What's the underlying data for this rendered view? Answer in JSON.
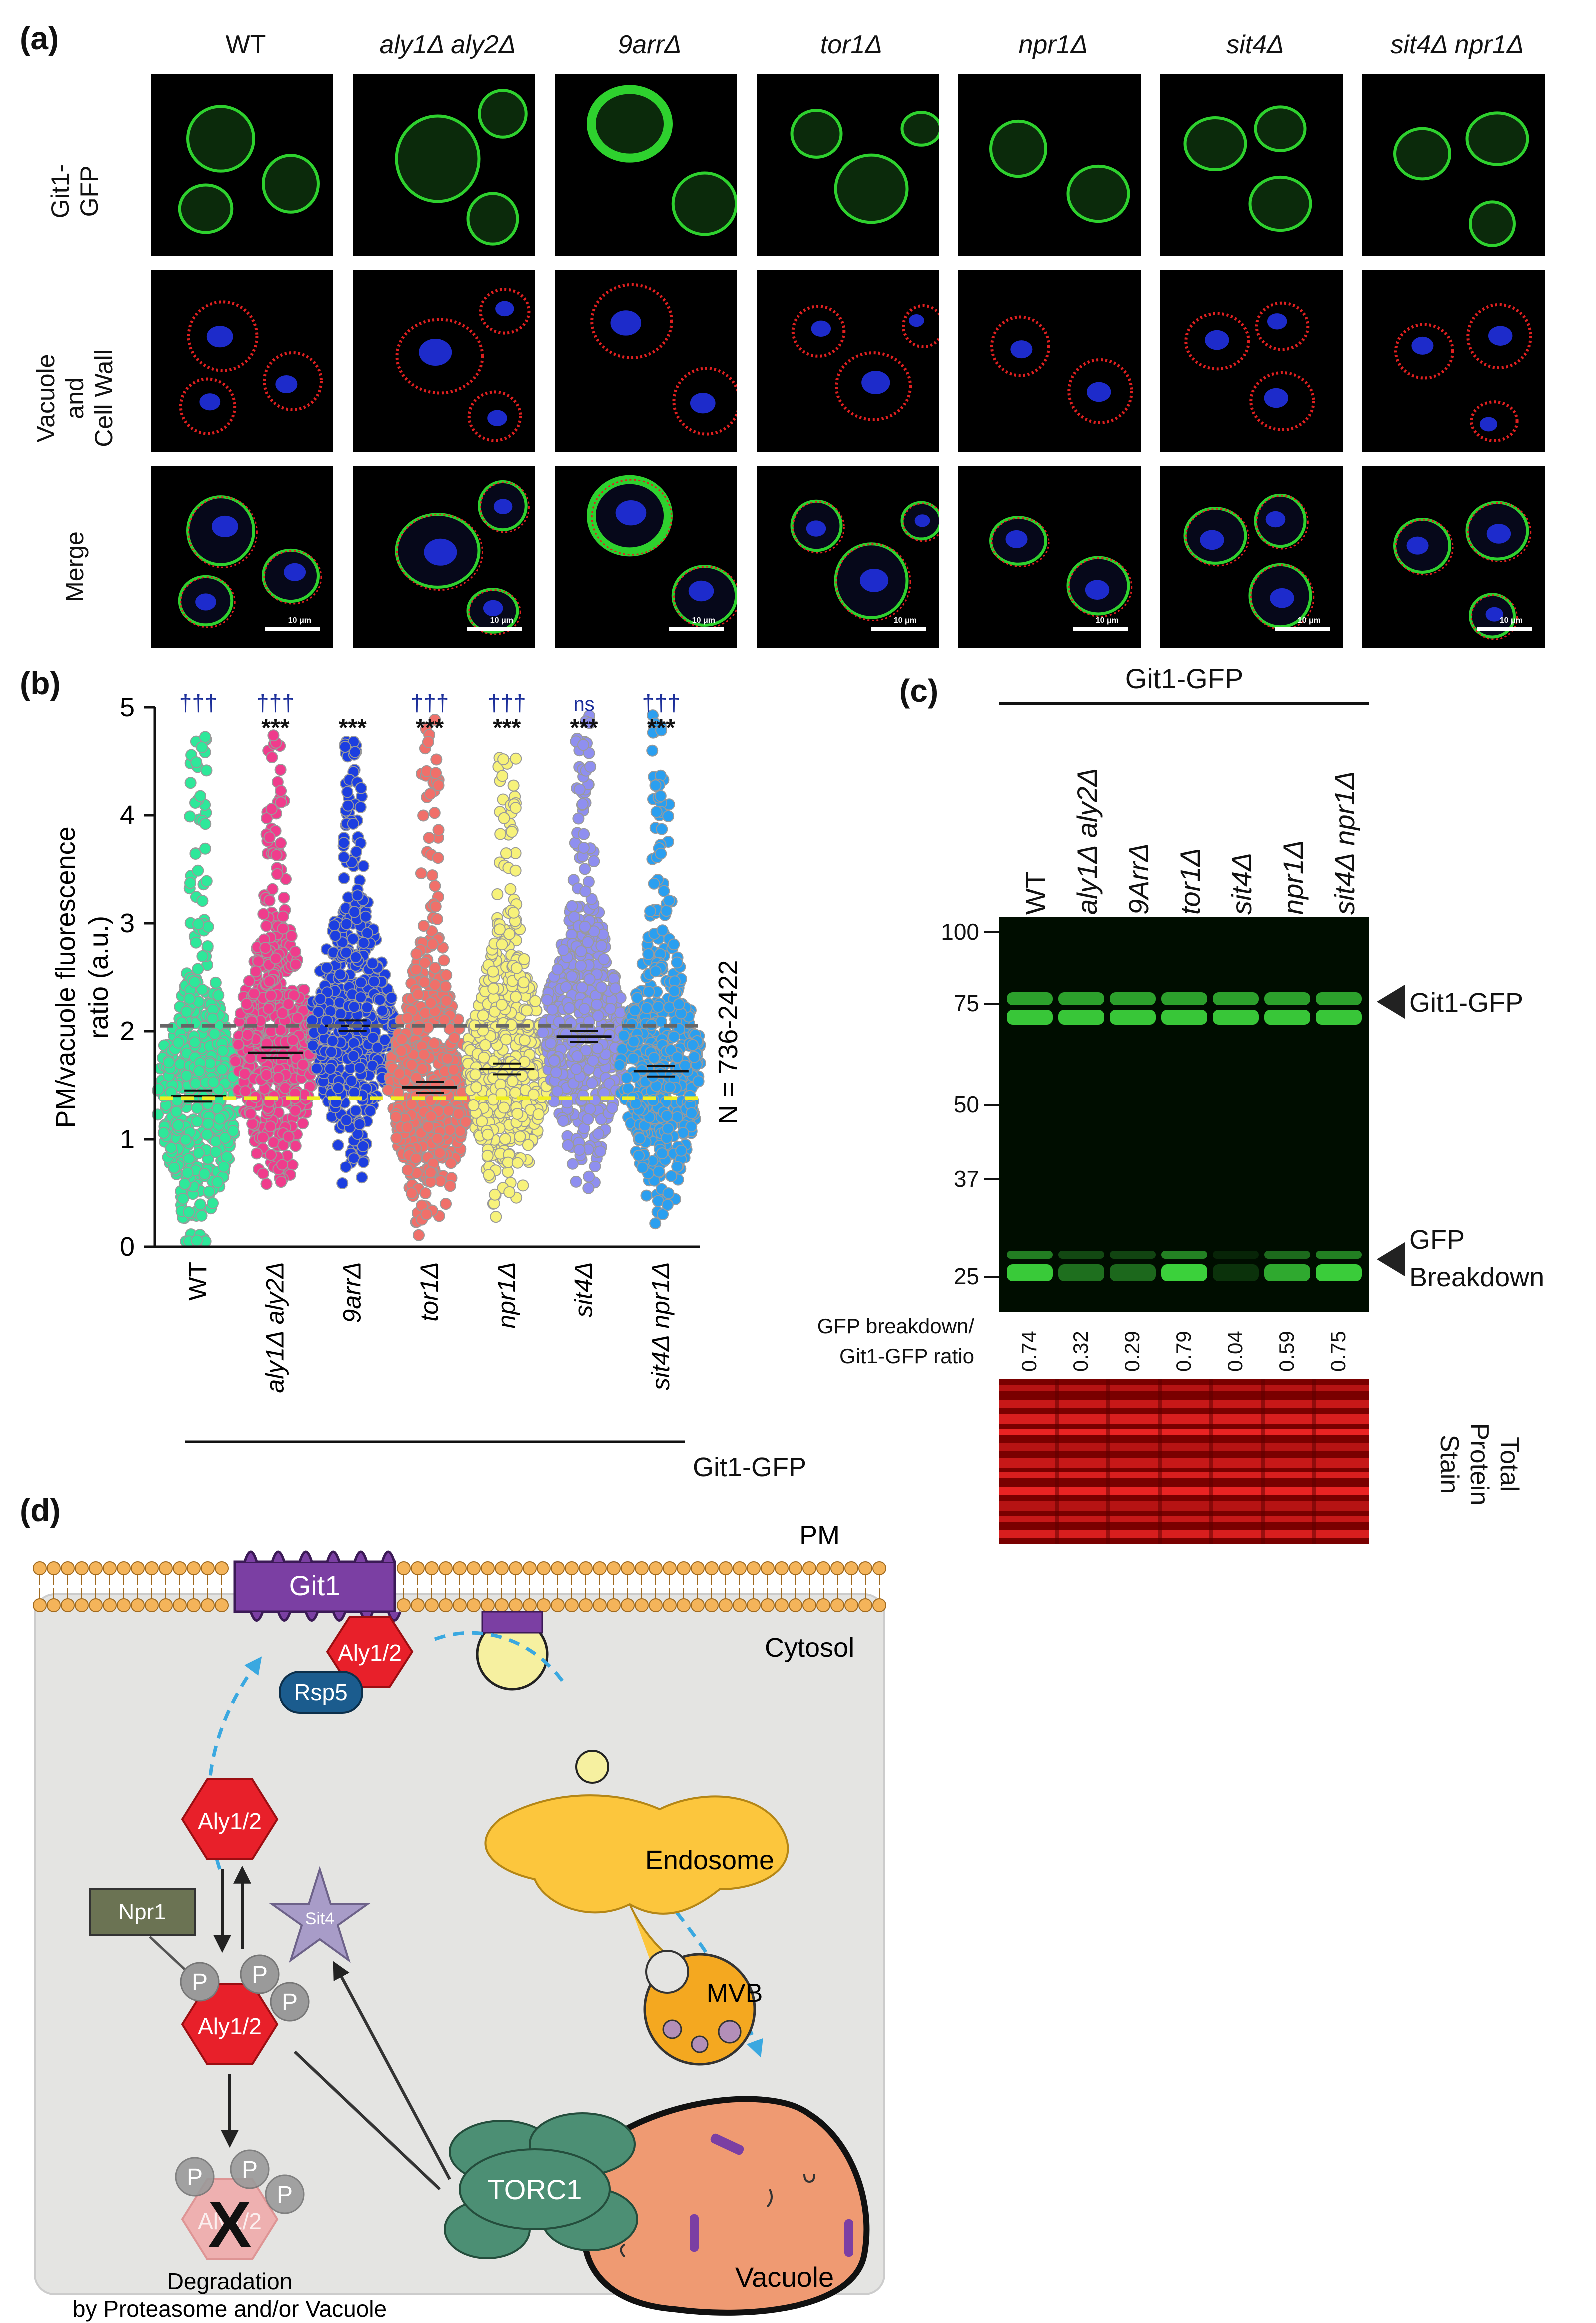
{
  "panel_labels": {
    "a": "(a)",
    "b": "(b)",
    "c": "(c)",
    "d": "(d)"
  },
  "panel_a": {
    "columns": [
      "WT",
      "aly1Δ aly2Δ",
      "9arrΔ",
      "tor1Δ",
      "npr1Δ",
      "sit4Δ",
      "sit4Δ npr1Δ"
    ],
    "rows": [
      "Git1-\nGFP",
      "Vacuole\nand\nCell Wall",
      "Merge"
    ],
    "scale_bar": "10 μm",
    "colors": {
      "gfp": "#2ed12e",
      "wall": "#e02020",
      "vacuole": "#2030e0"
    }
  },
  "chart_data": {
    "type": "scatter",
    "title": "",
    "xlabel": "Git1-GFP",
    "ylabel": "PM/vacuole fluorescence ratio (a.u.)",
    "ylim": [
      0,
      5
    ],
    "yticks": [
      0,
      1,
      2,
      3,
      4,
      5
    ],
    "categories": [
      "WT",
      "aly1Δ aly2Δ",
      "9arrΔ",
      "tor1Δ",
      "npr1Δ",
      "sit4Δ",
      "sit4Δ npr1Δ"
    ],
    "means": [
      1.4,
      1.8,
      2.05,
      1.48,
      1.65,
      1.95,
      1.63
    ],
    "max_values": [
      4.75,
      4.85,
      4.7,
      4.95,
      4.65,
      4.95,
      4.95
    ],
    "min_values": [
      0.05,
      0.05,
      0.3,
      0.05,
      0.05,
      0.05,
      0.05
    ],
    "colors": [
      "#2ee89a",
      "#f03c8c",
      "#1c3ee0",
      "#f0706a",
      "#f7f27a",
      "#8f8ff0",
      "#2a9ff0"
    ],
    "sig_dagger": [
      "†††",
      "†††",
      "",
      "†††",
      "†††",
      "ns",
      "†††"
    ],
    "sig_star": [
      "",
      "***",
      "***",
      "***",
      "***",
      "***",
      "***"
    ],
    "ref_lines": [
      {
        "value": 2.05,
        "color": "#666666"
      },
      {
        "value": 1.38,
        "color": "#f0f020"
      }
    ],
    "n_label": "N = 736-2422"
  },
  "panel_c": {
    "header": "Git1-GFP",
    "lanes": [
      "WT",
      "aly1Δ aly2Δ",
      "9ArrΔ",
      "tor1Δ",
      "sit4Δ",
      "npr1Δ",
      "sit4Δ npr1Δ"
    ],
    "markers": [
      "100",
      "75",
      "50",
      "37",
      "25"
    ],
    "marker_values": [
      100,
      75,
      50,
      37,
      25
    ],
    "band_labels": {
      "top": "Git1-GFP",
      "bottom_1": "GFP",
      "bottom_2": "Breakdown"
    },
    "ratio_label_1": "GFP breakdown/",
    "ratio_label_2": "Git1-GFP ratio",
    "ratios": [
      "0.74",
      "0.32",
      "0.29",
      "0.79",
      "0.04",
      "0.59",
      "0.75"
    ],
    "stain_label": "Total\nProtein\nStain"
  },
  "panel_d": {
    "pm": "PM",
    "cytosol": "Cytosol",
    "git1": "Git1",
    "aly": "Aly1/2",
    "rsp5": "Rsp5",
    "npr1": "Npr1",
    "sit4": "Sit4",
    "p": "P",
    "x": "X",
    "degradation_1": "Degradation",
    "degradation_2": "by Proteasome and/or Vacuole",
    "endosome": "Endosome",
    "mvb": "MVB",
    "torc1": "TORC1",
    "vacuole": "Vacuole"
  }
}
